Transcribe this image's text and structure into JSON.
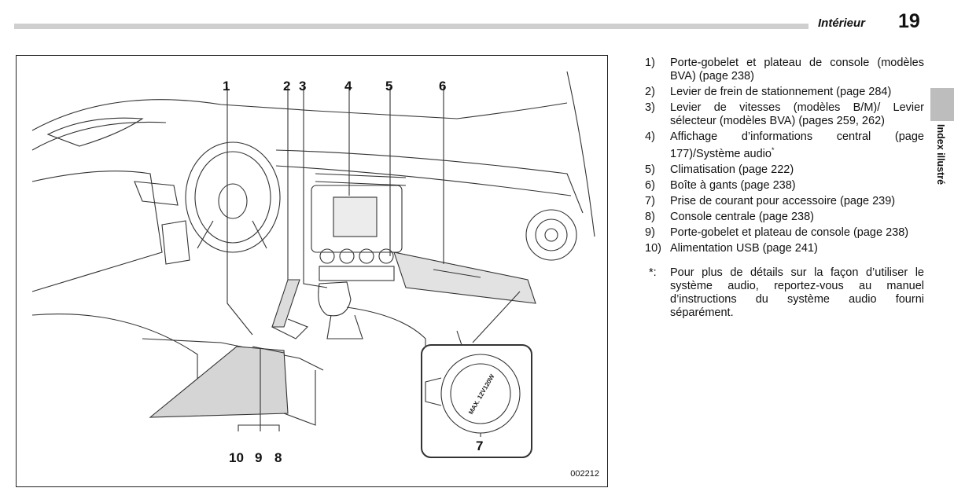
{
  "header": {
    "section": "Intérieur",
    "page_number": "19",
    "side_tab": "Index illustré"
  },
  "figure": {
    "code": "002212",
    "callouts": [
      "1",
      "2",
      "3",
      "4",
      "5",
      "6",
      "7",
      "10",
      "9",
      "8"
    ],
    "plug_text": "MAX. 12V120W"
  },
  "legend": {
    "items": [
      {
        "num": "1)",
        "text": "Porte-gobelet et plateau de console (modèles BVA) (page 238)"
      },
      {
        "num": "2)",
        "text": "Levier de frein de stationnement (page 284)"
      },
      {
        "num": "3)",
        "text": "Levier de vitesses (modèles B/M)/ Levier sélecteur (modèles BVA) (pages 259, 262)"
      },
      {
        "num": "4)",
        "text": "Affichage d’informations central (page 177)/Système audio",
        "sup": "*"
      },
      {
        "num": "5)",
        "text": "Climatisation (page 222)"
      },
      {
        "num": "6)",
        "text": "Boîte à gants (page 238)"
      },
      {
        "num": "7)",
        "text": "Prise de courant pour accessoire (page 239)"
      },
      {
        "num": "8)",
        "text": "Console centrale (page 238)"
      },
      {
        "num": "9)",
        "text": "Porte-gobelet et plateau de console (page 238)"
      },
      {
        "num": "10)",
        "text": "Alimentation USB (page 241)"
      }
    ],
    "note_mark": "*:",
    "note_text": "Pour plus de détails sur la façon d’utiliser le système audio, reportez-vous au manuel d’instructions du système audio fourni séparément."
  }
}
